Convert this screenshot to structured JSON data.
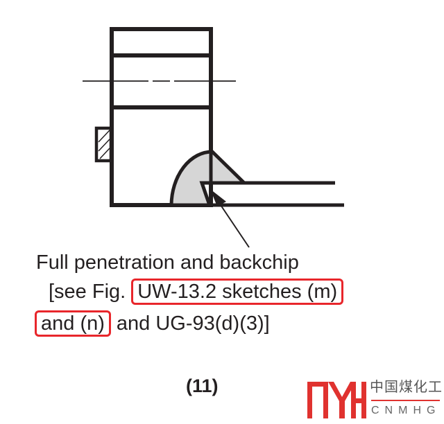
{
  "caption": {
    "line1": "Full penetration and backchip",
    "line2_prefix": "[see Fig.",
    "line2_highlight": "UW-13.2 sketches (m)",
    "line3_highlight": "and (n)",
    "line3_suffix": "and UG-93(d)(3)]"
  },
  "figure_number": "(11)",
  "logo": {
    "mark": "MH",
    "chinese": "中国煤化工",
    "english": "CNMHG"
  },
  "colors": {
    "line": "#231f20",
    "weld_fill": "#d6d6d6",
    "highlight": "#e8262b"
  }
}
